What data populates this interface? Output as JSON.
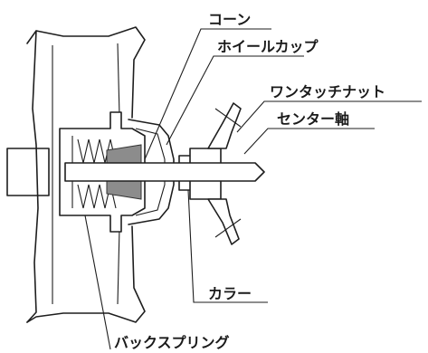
{
  "labels": {
    "cone": "コーン",
    "wheel_cup": "ホイールカップ",
    "one_touch_nut": "ワンタッチナット",
    "center_shaft": "センター軸",
    "collar": "カラー",
    "back_spring": "バックスプリング"
  }
}
